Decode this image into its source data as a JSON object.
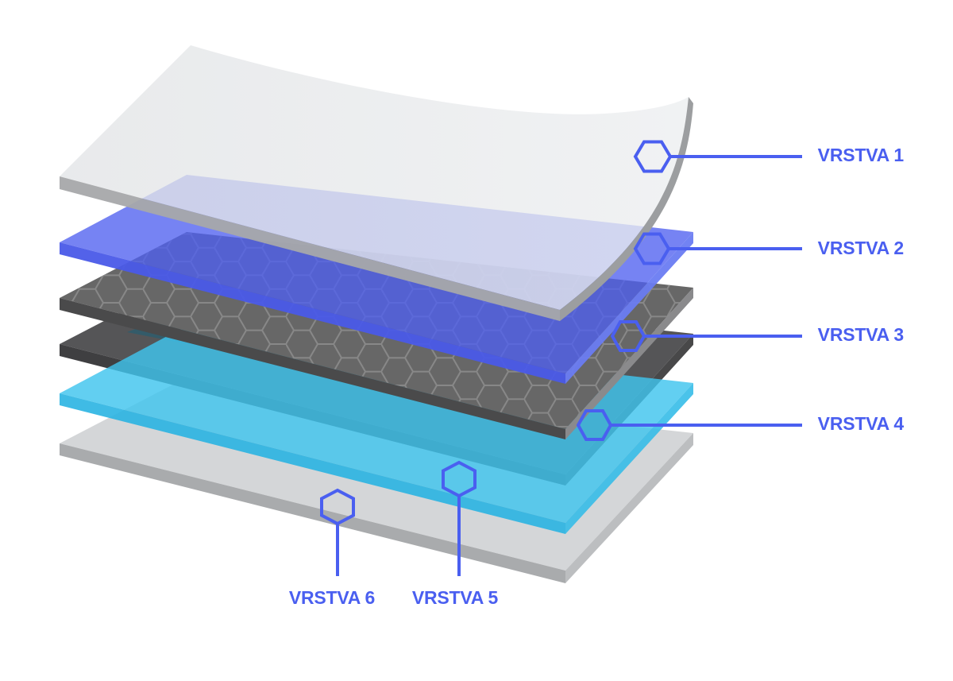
{
  "diagram": {
    "colors": {
      "accent": "#4a5ff0",
      "sheet_light": "#e4e6e8",
      "sheet_blue": "#6b7ff5",
      "sheet_dark": "#6b6b6b",
      "sheet_teal": "#2f5d6c",
      "sheet_cyan": "#3fc4ee",
      "sheet_base": "#d4d6d8"
    },
    "layers": [
      {
        "id": "layer-1",
        "label": "VRSTVA 1"
      },
      {
        "id": "layer-2",
        "label": "VRSTVA 2"
      },
      {
        "id": "layer-3",
        "label": "VRSTVA 3"
      },
      {
        "id": "layer-4",
        "label": "VRSTVA 4"
      },
      {
        "id": "layer-5",
        "label": "VRSTVA 5"
      },
      {
        "id": "layer-6",
        "label": "VRSTVA 6"
      }
    ]
  }
}
